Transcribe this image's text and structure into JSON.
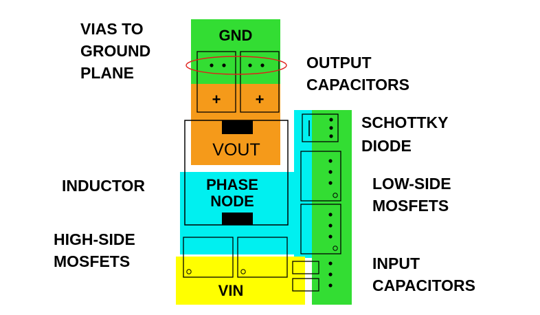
{
  "colors": {
    "gnd": "#33dd33",
    "vout": "#f59a1a",
    "phase": "#00f0f0",
    "vin": "#ffff00",
    "outline": "#000000"
  },
  "zones": {
    "gnd": "GND",
    "vout": "VOUT",
    "phase": "PHASE\nNODE",
    "vin": "VIN"
  },
  "labels": {
    "vias": "VIAS TO\nGROUND\nPLANE",
    "output_caps": "OUTPUT\nCAPACITORS",
    "schottky": "SCHOTTKY\nDIODE",
    "inductor": "INDUCTOR",
    "low_side": "LOW-SIDE\nMOSFETS",
    "high_side": "HIGH-SIDE\nMOSFETS",
    "input_caps": "INPUT\nCAPACITORS"
  },
  "capacitor_polarity": "+"
}
